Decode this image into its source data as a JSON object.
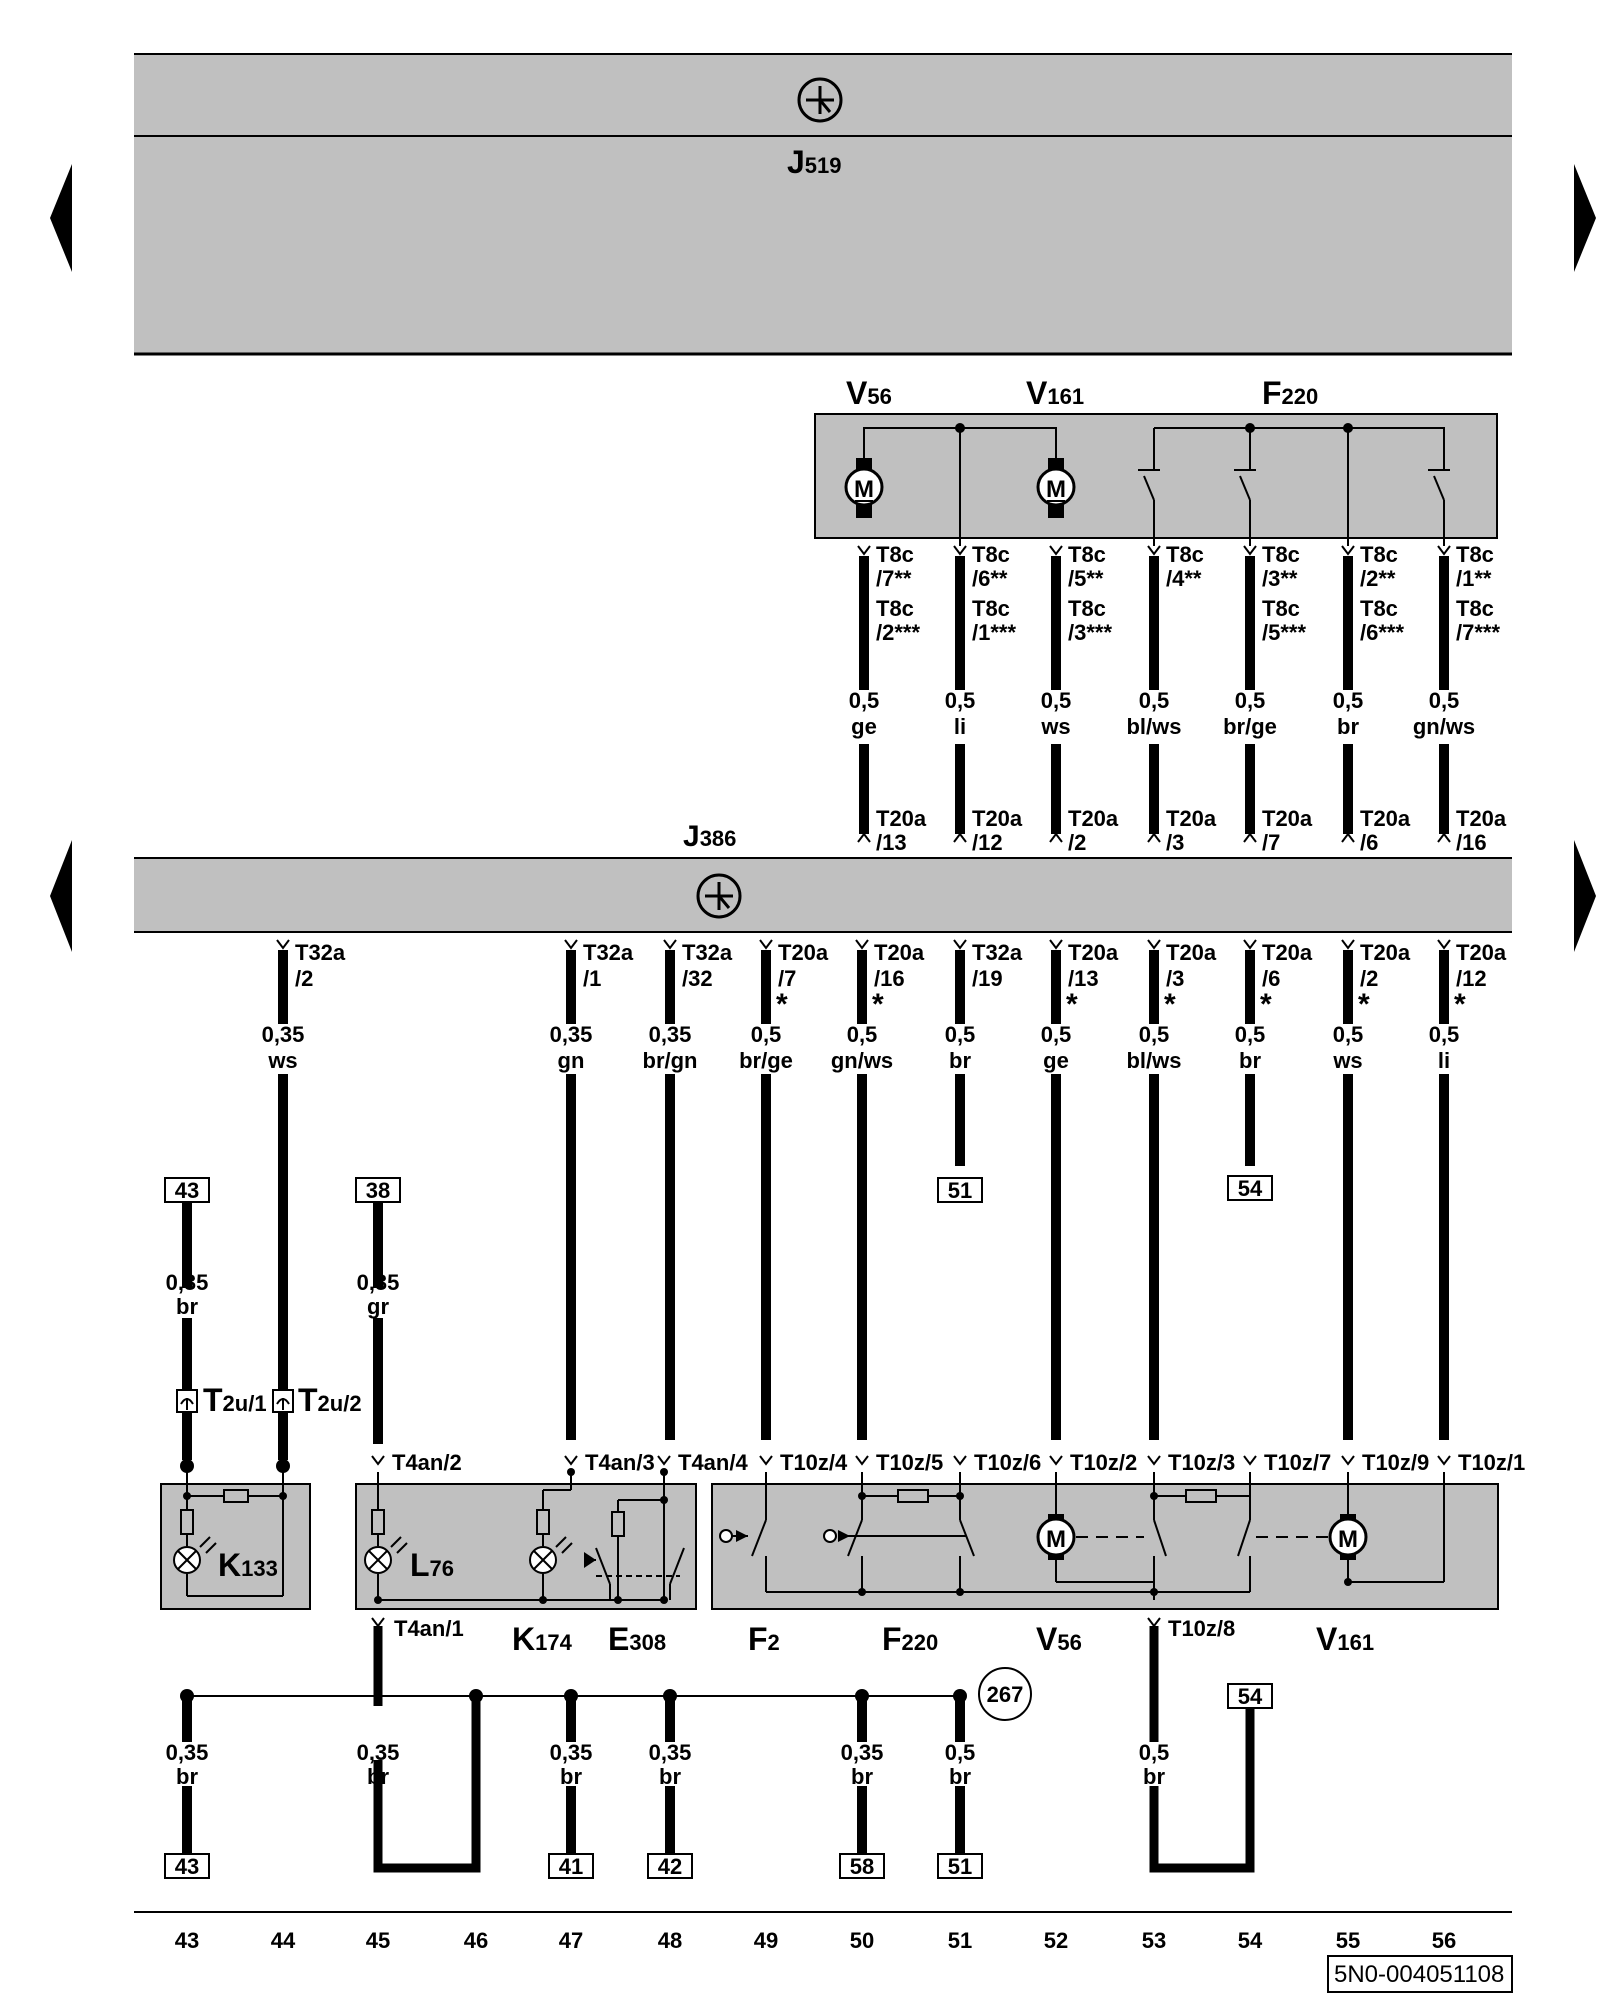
{
  "modules": {
    "top": {
      "sub": "519",
      "prefix": "J"
    },
    "mid": {
      "sub": "386",
      "prefix": "J"
    }
  },
  "door_labels": {
    "v56": {
      "prefix": "V",
      "sub": "56"
    },
    "v161": {
      "prefix": "V",
      "sub": "161"
    },
    "f220": {
      "prefix": "F",
      "sub": "220"
    }
  },
  "upper_pins": [
    {
      "a": "T8c",
      "b": "/7**",
      "c": "T8c",
      "d": "/2***",
      "size": "0,5",
      "color": "ge",
      "p1": "T20a",
      "p2": "/13"
    },
    {
      "a": "T8c",
      "b": "/6**",
      "c": "T8c",
      "d": "/1***",
      "size": "0,5",
      "color": "li",
      "p1": "T20a",
      "p2": "/12"
    },
    {
      "a": "T8c",
      "b": "/5**",
      "c": "T8c",
      "d": "/3***",
      "size": "0,5",
      "color": "ws",
      "p1": "T20a",
      "p2": "/2"
    },
    {
      "a": "T8c",
      "b": "/4**",
      "c": "",
      "d": "",
      "size": "0,5",
      "color": "bl/ws",
      "p1": "T20a",
      "p2": "/3"
    },
    {
      "a": "T8c",
      "b": "/3**",
      "c": "T8c",
      "d": "/5***",
      "size": "0,5",
      "color": "br/ge",
      "p1": "T20a",
      "p2": "/7"
    },
    {
      "a": "T8c",
      "b": "/2**",
      "c": "T8c",
      "d": "/6***",
      "size": "0,5",
      "color": "br",
      "p1": "T20a",
      "p2": "/6"
    },
    {
      "a": "T8c",
      "b": "/1**",
      "c": "T8c",
      "d": "/7***",
      "size": "0,5",
      "color": "gn/ws",
      "p1": "T20a",
      "p2": "/16"
    }
  ],
  "lower_pins": [
    {
      "p1": "T32a",
      "p2": "/2",
      "star": "",
      "size": "0,35",
      "color": "ws"
    },
    {
      "p1": "T32a",
      "p2": "/1",
      "star": "",
      "size": "0,35",
      "color": "gn"
    },
    {
      "p1": "T32a",
      "p2": "/32",
      "star": "",
      "size": "0,35",
      "color": "br/gn"
    },
    {
      "p1": "T20a",
      "p2": "/7",
      "star": "*",
      "size": "0,5",
      "color": "br/ge"
    },
    {
      "p1": "T20a",
      "p2": "/16",
      "star": "*",
      "size": "0,5",
      "color": "gn/ws"
    },
    {
      "p1": "T32a",
      "p2": "/19",
      "star": "",
      "size": "0,5",
      "color": "br"
    },
    {
      "p1": "T20a",
      "p2": "/13",
      "star": "*",
      "size": "0,5",
      "color": "ge"
    },
    {
      "p1": "T20a",
      "p2": "/3",
      "star": "*",
      "size": "0,5",
      "color": "bl/ws"
    },
    {
      "p1": "T20a",
      "p2": "/6",
      "star": "*",
      "size": "0,5",
      "color": "br"
    },
    {
      "p1": "T20a",
      "p2": "/2",
      "star": "*",
      "size": "0,5",
      "color": "ws"
    },
    {
      "p1": "T20a",
      "p2": "/12",
      "star": "*",
      "size": "0,5",
      "color": "li"
    }
  ],
  "refs": {
    "r51a": "51",
    "r54a": "54",
    "r43a": "43",
    "r38": "38",
    "r54b": "54",
    "r43b": "43",
    "r41": "41",
    "r42": "42",
    "r58": "58",
    "r51b": "51"
  },
  "wires_mid": {
    "w43": {
      "size": "0,35",
      "color": "br"
    },
    "w38": {
      "size": "0,35",
      "color": "gr"
    }
  },
  "mid_connectors": {
    "t2u1": {
      "main": "T",
      "sub": "2u/1"
    },
    "t2u2": {
      "main": "T",
      "sub": "2u/2"
    }
  },
  "pin_row": [
    "T4an/2",
    "T4an/3",
    "T4an/4",
    "T10z/4",
    "T10z/5",
    "T10z/6",
    "T10z/2",
    "T10z/3",
    "T10z/7",
    "T10z/9",
    "T10z/1"
  ],
  "components": {
    "k133": {
      "prefix": "K",
      "sub": "133"
    },
    "l76": {
      "prefix": "L",
      "sub": "76"
    },
    "k174": {
      "prefix": "K",
      "sub": "174"
    },
    "e308": {
      "prefix": "E",
      "sub": "308"
    },
    "f2": {
      "prefix": "F",
      "sub": "2"
    },
    "f220": {
      "prefix": "F",
      "sub": "220"
    },
    "v56": {
      "prefix": "V",
      "sub": "56"
    },
    "v161": {
      "prefix": "V",
      "sub": "161"
    }
  },
  "lower_connectors": {
    "t4an1": "T4an/1",
    "t10z8": "T10z/8"
  },
  "ground_wires": [
    {
      "size": "0,35",
      "color": "br"
    },
    {
      "size": "0,35",
      "color": "br"
    },
    {
      "size": "0,35",
      "color": "br"
    },
    {
      "size": "0,35",
      "color": "br"
    },
    {
      "size": "0,35",
      "color": "br"
    },
    {
      "size": "0,5",
      "color": "br"
    },
    {
      "size": "0,5",
      "color": "br"
    }
  ],
  "ground_point": "267",
  "motor_glyph": "M",
  "columns": [
    "43",
    "44",
    "45",
    "46",
    "47",
    "48",
    "49",
    "50",
    "51",
    "52",
    "53",
    "54",
    "55",
    "56"
  ],
  "doc_code": "5N0-004051108"
}
